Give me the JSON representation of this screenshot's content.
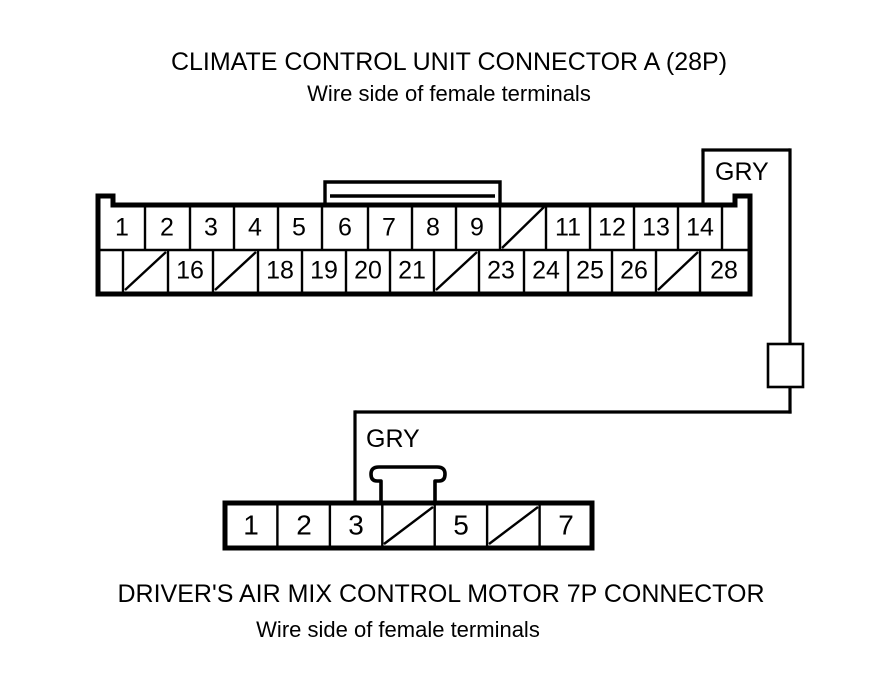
{
  "page": {
    "background_color": "#ffffff",
    "line_color": "#000000"
  },
  "top_connector": {
    "title": "CLIMATE CONTROL UNIT CONNECTOR A (28P)",
    "subtitle": "Wire side of female terminals",
    "total_pins": 28,
    "rows": [
      {
        "name": "upper-row",
        "cells": [
          {
            "label": "1",
            "type": "pin"
          },
          {
            "label": "2",
            "type": "pin"
          },
          {
            "label": "3",
            "type": "pin"
          },
          {
            "label": "4",
            "type": "pin"
          },
          {
            "label": "5",
            "type": "pin"
          },
          {
            "label": "6",
            "type": "pin"
          },
          {
            "label": "7",
            "type": "pin"
          },
          {
            "label": "8",
            "type": "pin"
          },
          {
            "label": "9",
            "type": "pin"
          },
          {
            "label": "",
            "type": "blocked"
          },
          {
            "label": "11",
            "type": "pin"
          },
          {
            "label": "12",
            "type": "pin"
          },
          {
            "label": "13",
            "type": "pin"
          },
          {
            "label": "14",
            "type": "pin"
          },
          {
            "label": "",
            "type": "empty"
          }
        ]
      },
      {
        "name": "lower-row",
        "cells": [
          {
            "label": "",
            "type": "empty"
          },
          {
            "label": "",
            "type": "blocked"
          },
          {
            "label": "16",
            "type": "pin"
          },
          {
            "label": "",
            "type": "blocked"
          },
          {
            "label": "18",
            "type": "pin"
          },
          {
            "label": "19",
            "type": "pin"
          },
          {
            "label": "20",
            "type": "pin"
          },
          {
            "label": "21",
            "type": "pin"
          },
          {
            "label": "",
            "type": "blocked"
          },
          {
            "label": "23",
            "type": "pin"
          },
          {
            "label": "24",
            "type": "pin"
          },
          {
            "label": "25",
            "type": "pin"
          },
          {
            "label": "26",
            "type": "pin"
          },
          {
            "label": "",
            "type": "blocked"
          },
          {
            "label": "28",
            "type": "pin"
          }
        ]
      }
    ]
  },
  "bottom_connector": {
    "title": "DRIVER'S AIR MIX CONTROL MOTOR 7P CONNECTOR",
    "subtitle": "Wire side of female terminals",
    "total_pins": 7,
    "cells": [
      {
        "label": "1",
        "type": "pin"
      },
      {
        "label": "2",
        "type": "pin"
      },
      {
        "label": "3",
        "type": "pin"
      },
      {
        "label": "",
        "type": "blocked"
      },
      {
        "label": "5",
        "type": "pin"
      },
      {
        "label": "",
        "type": "blocked"
      },
      {
        "label": "7",
        "type": "pin"
      }
    ]
  },
  "wire": {
    "label_top": "GRY",
    "label_bottom": "GRY",
    "color_code": "GRY",
    "from_pin": "14",
    "to_pin": "3"
  }
}
